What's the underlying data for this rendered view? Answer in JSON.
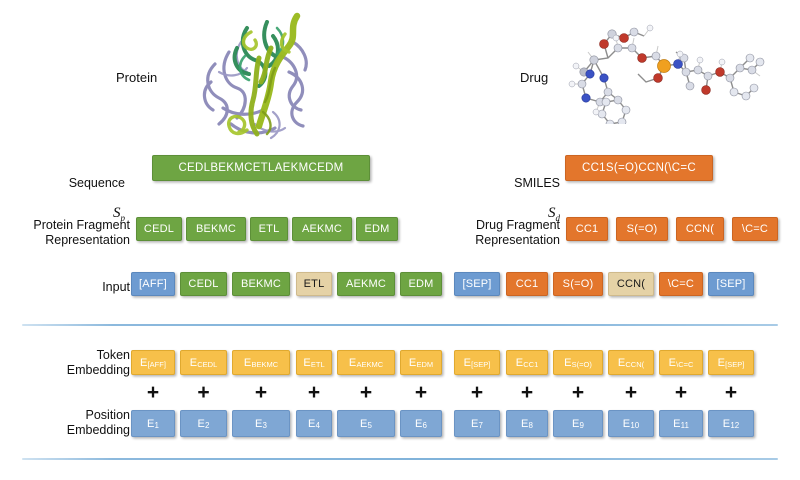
{
  "figure": {
    "protein_caption": "Protein",
    "drug_caption": "Drug"
  },
  "rows": {
    "sequence": {
      "label": "Sequence",
      "symbol_base": "S",
      "symbol_sub": "p",
      "value": "CEDLBEKMCETLAEKMCEDM"
    },
    "smiles": {
      "label": "SMILES",
      "symbol_base": "S",
      "symbol_sub": "d",
      "value": "CC1S(=O)CCN(\\C=C"
    },
    "protein_fragment": {
      "label": "Protein Fragment\nRepresentation",
      "tokens": [
        "CEDL",
        "BEKMC",
        "ETL",
        "AEKMC",
        "EDM"
      ]
    },
    "drug_fragment": {
      "label": "Drug Fragment\nRepresentation",
      "tokens": [
        "CC1",
        "S(=O)",
        "CCN(",
        "\\C=C"
      ]
    },
    "input": {
      "label": "Input",
      "tokens": [
        {
          "text": "[AFF]",
          "kind": "special"
        },
        {
          "text": "CEDL",
          "kind": "protein"
        },
        {
          "text": "BEKMC",
          "kind": "protein"
        },
        {
          "text": "ETL",
          "kind": "masked"
        },
        {
          "text": "AEKMC",
          "kind": "protein"
        },
        {
          "text": "EDM",
          "kind": "protein"
        },
        {
          "text": "[SEP]",
          "kind": "special"
        },
        {
          "text": "CC1",
          "kind": "drug"
        },
        {
          "text": "S(=O)",
          "kind": "drug"
        },
        {
          "text": "CCN(",
          "kind": "masked"
        },
        {
          "text": "\\C=C",
          "kind": "drug"
        },
        {
          "text": "[SEP]",
          "kind": "special"
        }
      ]
    },
    "token_embedding": {
      "label": "Token\nEmbedding",
      "base": "E",
      "subs": [
        "[AFF]",
        "CEDL",
        "BEKMC",
        "ETL",
        "AEKMC",
        "EDM",
        "[SEP]",
        "CC1",
        "S(=O)",
        "CCN(",
        "\\C=C",
        "[SEP]"
      ]
    },
    "position_embedding": {
      "label": "Position\nEmbedding",
      "base": "E",
      "subs": [
        "1",
        "2",
        "3",
        "4",
        "5",
        "6",
        "7",
        "8",
        "9",
        "10",
        "11",
        "12"
      ]
    },
    "operator": "+"
  },
  "colors": {
    "protein_green": "#6ea543",
    "drug_orange": "#e3762c",
    "special_blue": "#6d9bd1",
    "masked_tan": "#e5d2a6",
    "token_amber": "#f7c04a",
    "position_steel": "#7fa7d4",
    "rule_blue": "#7fb2da"
  }
}
